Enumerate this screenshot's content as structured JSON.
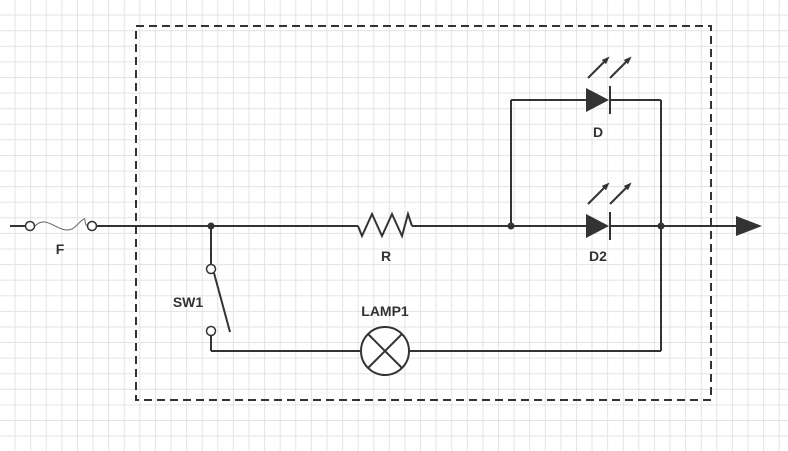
{
  "components": {
    "fuse": {
      "label": "F"
    },
    "switch": {
      "label": "SW1"
    },
    "resistor": {
      "label": "R"
    },
    "led_top": {
      "label": "D"
    },
    "led_bottom": {
      "label": "D2"
    },
    "lamp": {
      "label": "LAMP1"
    }
  },
  "colors": {
    "stroke": "#333333",
    "grid": "#e3e3e3",
    "background": "#ffffff"
  }
}
